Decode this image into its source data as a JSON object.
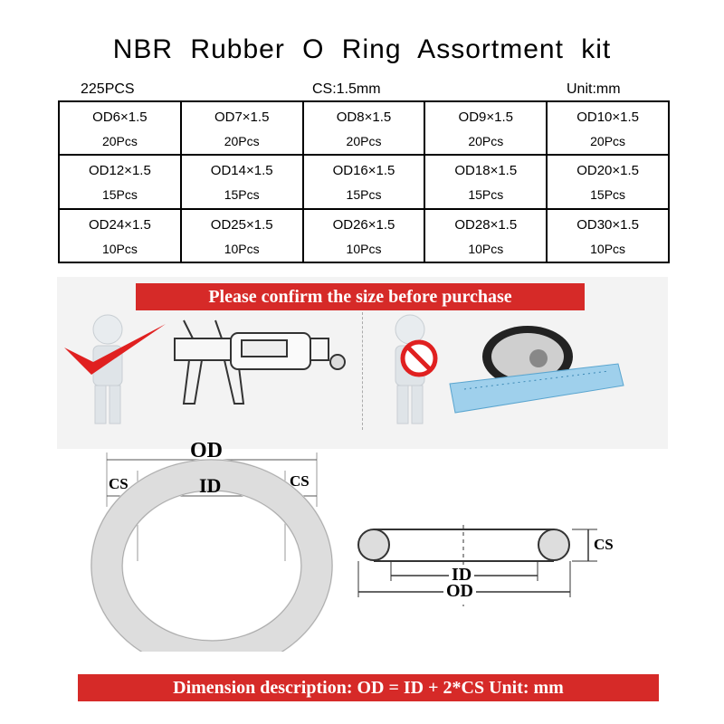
{
  "title": "NBR  Rubber  O Ring  Assortment  kit",
  "header": {
    "pieces": "225PCS",
    "cross_section": "CS:1.5mm",
    "unit": "Unit:mm"
  },
  "grid": [
    [
      {
        "size": "OD6×1.5",
        "qty": "20Pcs"
      },
      {
        "size": "OD7×1.5",
        "qty": "20Pcs"
      },
      {
        "size": "OD8×1.5",
        "qty": "20Pcs"
      },
      {
        "size": "OD9×1.5",
        "qty": "20Pcs"
      },
      {
        "size": "OD10×1.5",
        "qty": "20Pcs"
      }
    ],
    [
      {
        "size": "OD12×1.5",
        "qty": "15Pcs"
      },
      {
        "size": "OD14×1.5",
        "qty": "15Pcs"
      },
      {
        "size": "OD16×1.5",
        "qty": "15Pcs"
      },
      {
        "size": "OD18×1.5",
        "qty": "15Pcs"
      },
      {
        "size": "OD20×1.5",
        "qty": "15Pcs"
      }
    ],
    [
      {
        "size": "OD24×1.5",
        "qty": "10Pcs"
      },
      {
        "size": "OD25×1.5",
        "qty": "10Pcs"
      },
      {
        "size": "OD26×1.5",
        "qty": "10Pcs"
      },
      {
        "size": "OD28×1.5",
        "qty": "10Pcs"
      },
      {
        "size": "OD30×1.5",
        "qty": "10Pcs"
      }
    ]
  ],
  "banner": {
    "text": "Please confirm the size before purchase",
    "left_icons": [
      "person-figure-icon",
      "checkmark-icon",
      "caliper-icon"
    ],
    "right_icons": [
      "person-figure-icon",
      "prohibited-icon",
      "tape-measure-icon",
      "ruler-icon"
    ]
  },
  "diagram": {
    "od_label": "OD",
    "id_label": "ID",
    "cs_label": "CS"
  },
  "dimension_text": "Dimension description: OD = ID + 2*CS   Unit: mm",
  "colors": {
    "banner_red": "#d62a28",
    "text": "#000000",
    "table_border": "#000000"
  }
}
